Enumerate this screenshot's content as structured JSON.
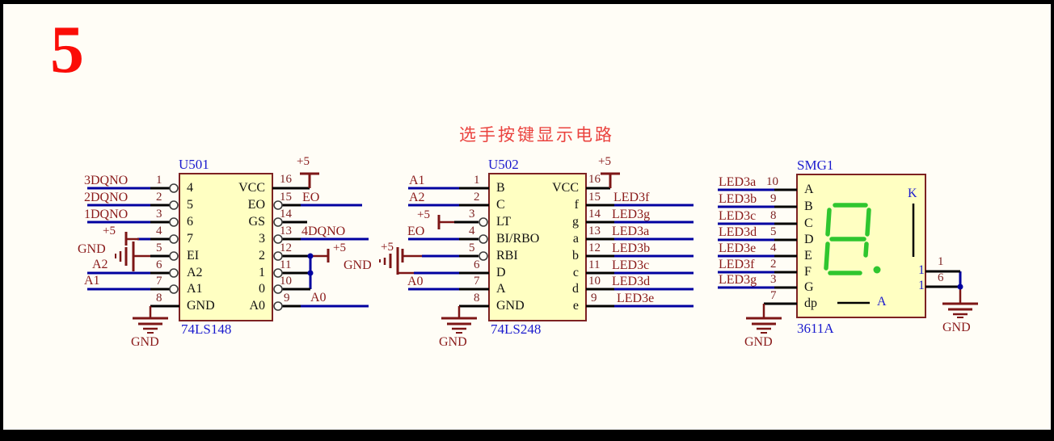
{
  "sheet": {
    "number": "5",
    "title": "选手按键显示电路"
  },
  "power": {
    "v5": "+5",
    "gnd": "GND"
  },
  "colors": {
    "wire": "#0000a0",
    "power_symbol": "#7d1616",
    "body_fill": "#ffffc2",
    "body_border": "#7d2222",
    "net_label": "#8a1a1a",
    "designator": "#1a1ace",
    "segment_green": "#2fc62f",
    "title_red": "#ea423e"
  },
  "u501": {
    "designator": "U501",
    "part": "74LS148",
    "pin_nums_left": [
      "1",
      "2",
      "3",
      "4",
      "5",
      "6",
      "7",
      "8"
    ],
    "pin_names_left": [
      "4",
      "5",
      "6",
      "7",
      "EI",
      "A2",
      "A1",
      "GND"
    ],
    "net_labels_left": [
      "3DQNO",
      "2DQNO",
      "1DQNO",
      "A2",
      "A1"
    ],
    "pin_nums_right": [
      "16",
      "15",
      "14",
      "13",
      "12",
      "11",
      "10",
      "9"
    ],
    "pin_names_right": [
      "VCC",
      "EO",
      "GS",
      "3",
      "2",
      "1",
      "0",
      "A0"
    ],
    "net_labels_right": [
      "EO",
      "4DQNO",
      "A0"
    ]
  },
  "u502": {
    "designator": "U502",
    "part": "74LS248",
    "pin_nums_left": [
      "1",
      "2",
      "3",
      "4",
      "5",
      "6",
      "7",
      "8"
    ],
    "pin_names_left": [
      "B",
      "C",
      "LT",
      "BI/RBO",
      "RBI",
      "D",
      "A",
      "GND"
    ],
    "net_labels_left": [
      "A1",
      "A2",
      "EO",
      "A0"
    ],
    "pin_nums_right": [
      "16",
      "15",
      "14",
      "13",
      "12",
      "11",
      "10",
      "9"
    ],
    "pin_names_right": [
      "VCC",
      "f",
      "g",
      "a",
      "b",
      "c",
      "d",
      "e"
    ],
    "net_labels_right": [
      "LED3f",
      "LED3g",
      "LED3a",
      "LED3b",
      "LED3c",
      "LED3d",
      "LED3e"
    ]
  },
  "smg1": {
    "designator": "SMG1",
    "part": "3611A",
    "pin_nums_left": [
      "10",
      "9",
      "8",
      "5",
      "4",
      "2",
      "3",
      "7"
    ],
    "pin_names_left": [
      "A",
      "B",
      "C",
      "D",
      "E",
      "F",
      "G",
      "dp"
    ],
    "net_labels_left": [
      "LED3a",
      "LED3b",
      "LED3c",
      "LED3d",
      "LED3e",
      "LED3f",
      "LED3g"
    ],
    "pin_nums_right": [
      "1",
      "6"
    ],
    "pin_names_right": [
      "1",
      "1"
    ],
    "cathode_label": "K",
    "anode_label": "A",
    "segments_lit": [
      "a",
      "b",
      "c-partial",
      "d",
      "e",
      "f",
      "g",
      "dp"
    ]
  }
}
